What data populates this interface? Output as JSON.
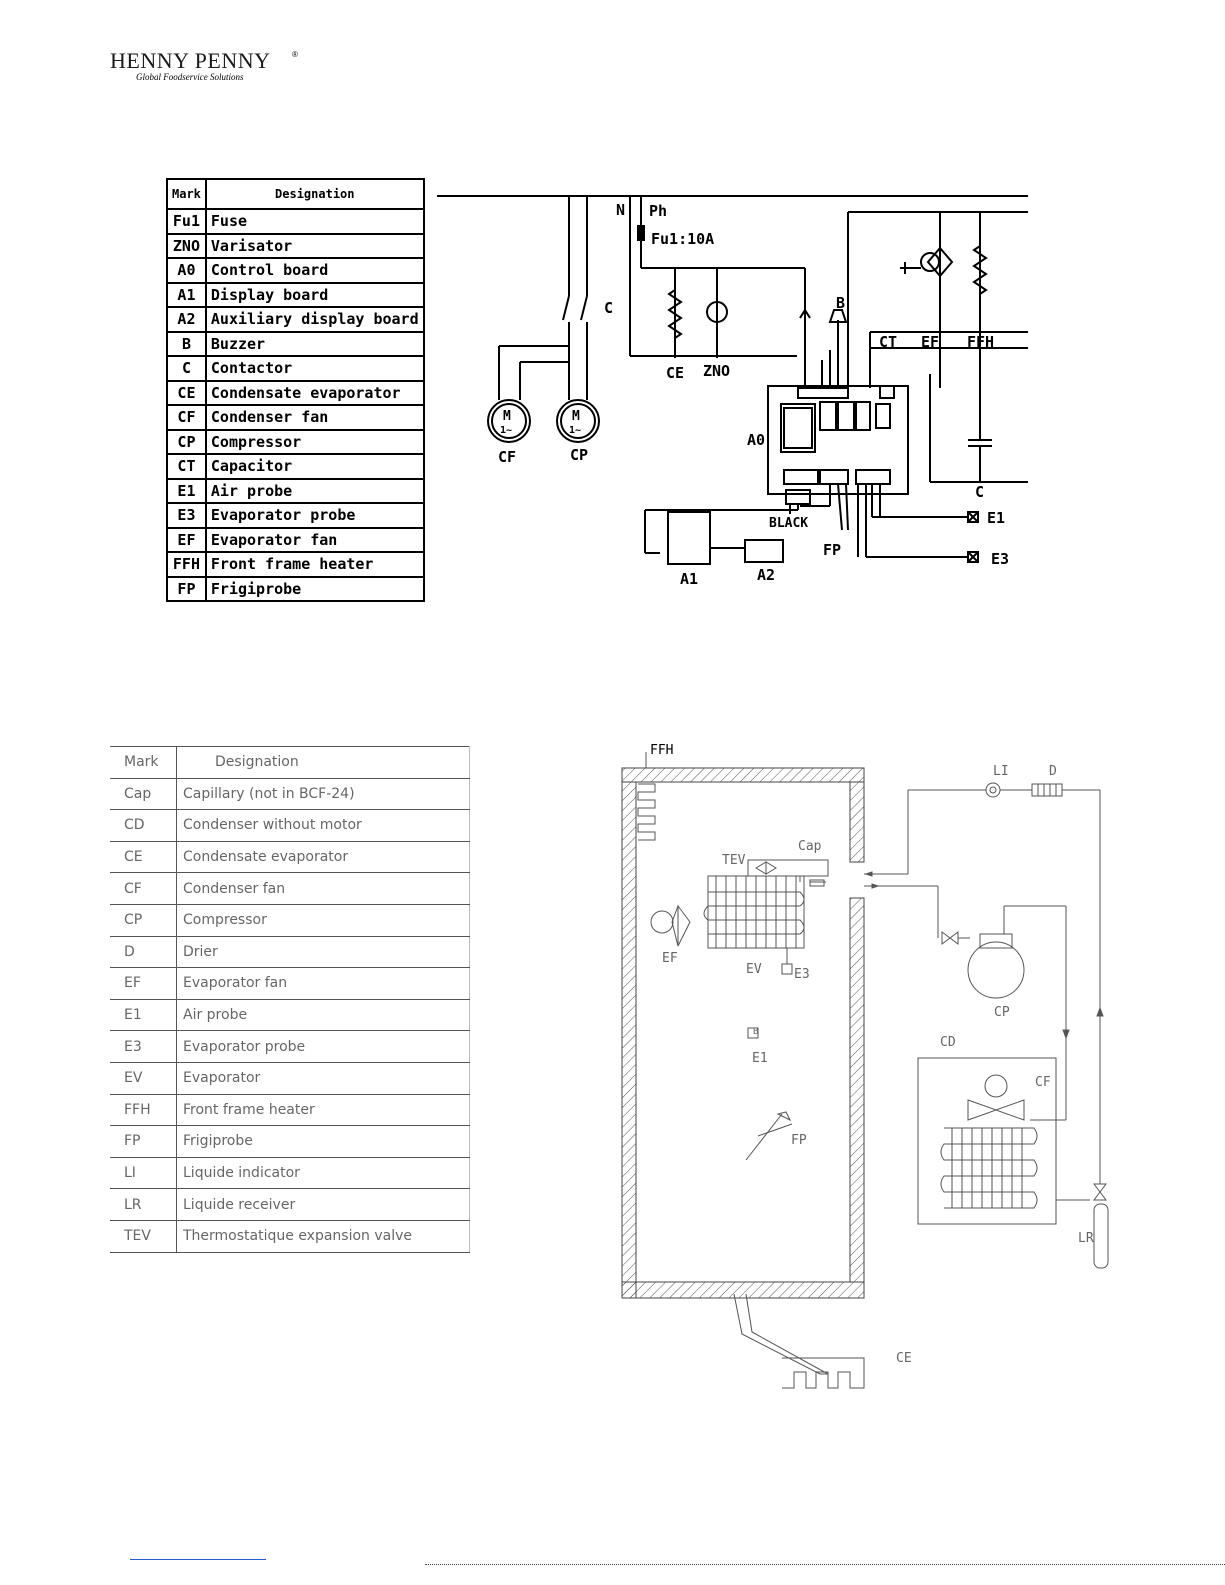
{
  "logo": {
    "brand": "HENNY PENNY",
    "registered": "®",
    "tagline": "Global Foodservice Solutions"
  },
  "electrical_legend": {
    "header_mark": "Mark",
    "header_designation": "Designation",
    "rows": [
      {
        "mark": "Fu1",
        "designation": "Fuse"
      },
      {
        "mark": "ZNO",
        "designation": "Varisator"
      },
      {
        "mark": "A0",
        "designation": "Control board"
      },
      {
        "mark": "A1",
        "designation": "Display board"
      },
      {
        "mark": "A2",
        "designation": "Auxiliary display board"
      },
      {
        "mark": "B",
        "designation": "Buzzer"
      },
      {
        "mark": "C",
        "designation": "Contactor"
      },
      {
        "mark": "CE",
        "designation": "Condensate evaporator"
      },
      {
        "mark": "CF",
        "designation": "Condenser fan"
      },
      {
        "mark": "CP",
        "designation": "Compressor"
      },
      {
        "mark": "CT",
        "designation": "Capacitor"
      },
      {
        "mark": "E1",
        "designation": "Air probe"
      },
      {
        "mark": "E3",
        "designation": "Evaporator probe"
      },
      {
        "mark": "EF",
        "designation": "Evaporator fan"
      },
      {
        "mark": "FFH",
        "designation": "Front frame heater"
      },
      {
        "mark": "FP",
        "designation": "Frigiprobe"
      }
    ]
  },
  "wiring": {
    "n": "N",
    "ph": "Ph",
    "fuse": "Fu1:10A",
    "c": "C",
    "b": "B",
    "ct": "CT",
    "ef": "EF",
    "ffh": "FFH",
    "ce": "CE",
    "zno": "ZNO",
    "a0": "A0",
    "cf": "CF",
    "cp": "CP",
    "c2": "C",
    "e1": "E1",
    "e3": "E3",
    "black": "BLACK",
    "fp": "FP",
    "a1": "A1",
    "a2": "A2",
    "motor": "M",
    "phase": "1~"
  },
  "refrigeration_legend": {
    "header_mark": "Mark",
    "header_designation": "Designation",
    "rows": [
      {
        "mark": "Cap",
        "designation": "Capillary (not in BCF-24)"
      },
      {
        "mark": "CD",
        "designation": "Condenser without motor"
      },
      {
        "mark": "CE",
        "designation": "Condensate evaporator"
      },
      {
        "mark": "CF",
        "designation": "Condenser fan"
      },
      {
        "mark": "CP",
        "designation": "Compressor"
      },
      {
        "mark": "D",
        "designation": "Drier"
      },
      {
        "mark": "EF",
        "designation": "Evaporator fan"
      },
      {
        "mark": "E1",
        "designation": "Air probe"
      },
      {
        "mark": "E3",
        "designation": "Evaporator probe"
      },
      {
        "mark": "EV",
        "designation": "Evaporator"
      },
      {
        "mark": "FFH",
        "designation": "Front frame heater"
      },
      {
        "mark": "FP",
        "designation": "Frigiprobe"
      },
      {
        "mark": "LI",
        "designation": "Liquide indicator"
      },
      {
        "mark": "LR",
        "designation": "Liquide receiver"
      },
      {
        "mark": "TEV",
        "designation": "Thermostatique expansion valve"
      }
    ]
  },
  "refrigeration": {
    "ffh": "FFH",
    "li": "LI",
    "d": "D",
    "tev": "TEV",
    "cap": "Cap",
    "ef": "EF",
    "ev": "EV",
    "e3": "E3",
    "cp": "CP",
    "cd": "CD",
    "cf": "CF",
    "e1": "E1",
    "e1_marker": "B",
    "fp": "FP",
    "lr": "LR",
    "ce": "CE"
  }
}
